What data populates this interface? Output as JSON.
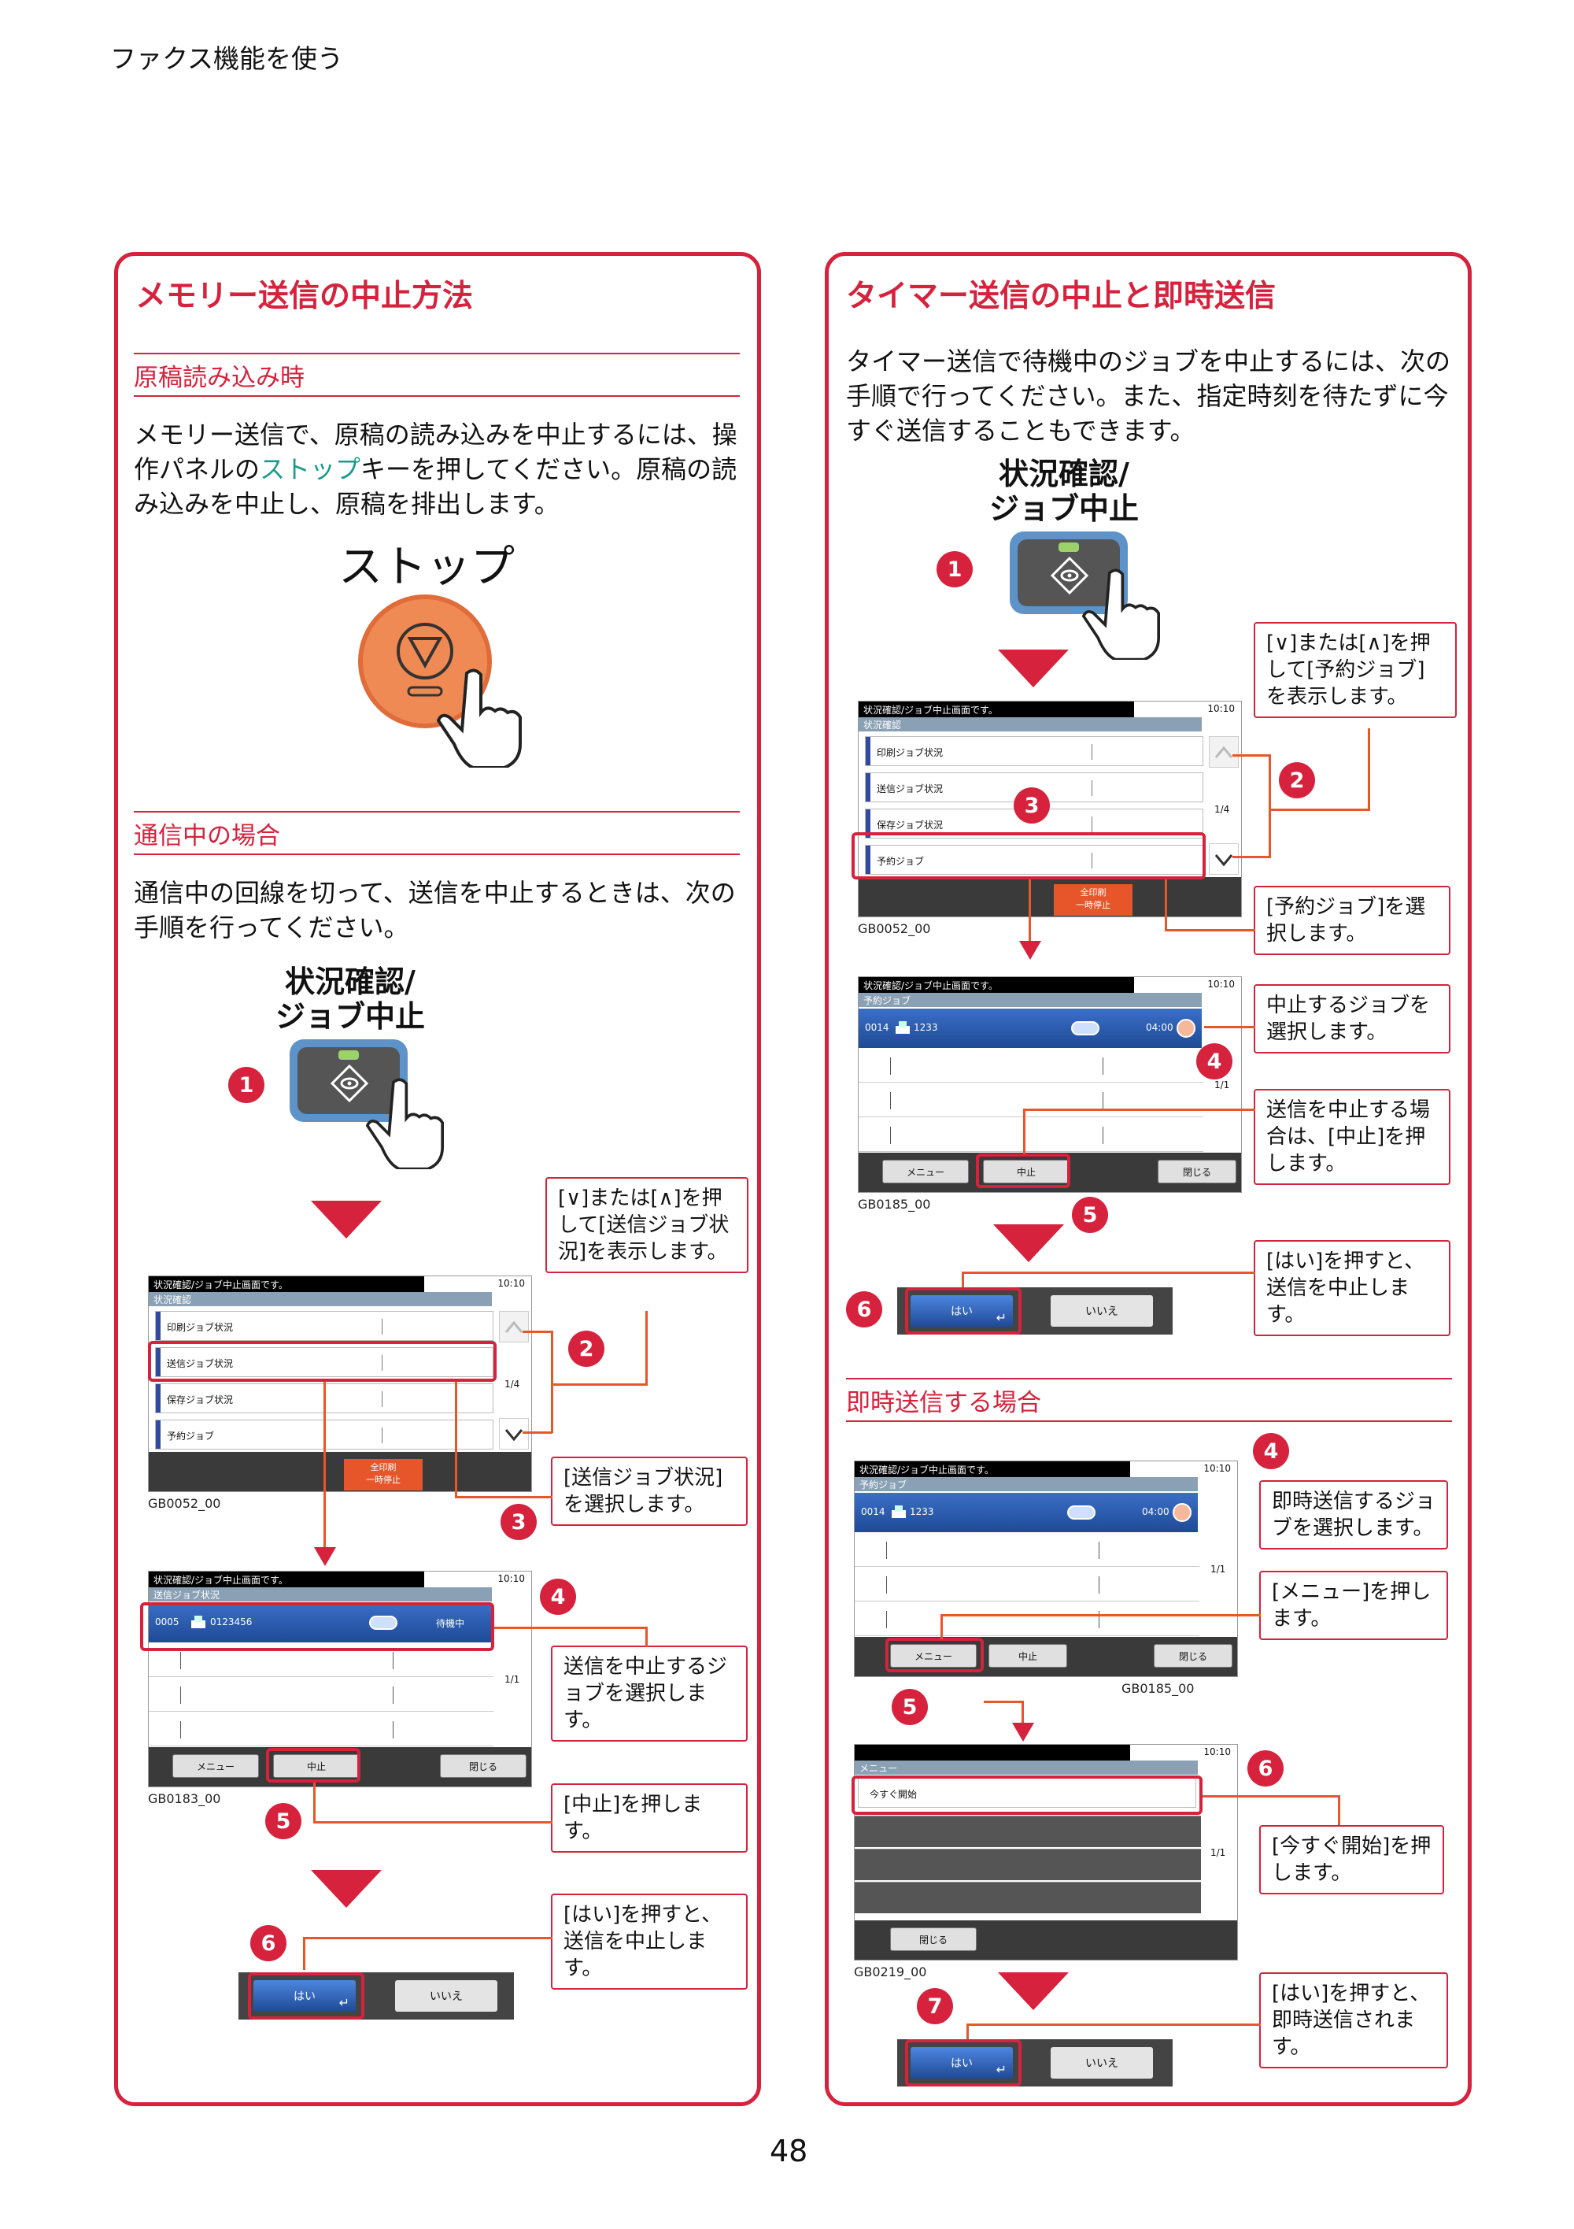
{
  "header": "ファクス機能を使う",
  "page_number": "48",
  "left": {
    "title": "メモリー送信の中止方法",
    "sub1": "原稿読み込み時",
    "para1_pre": "メモリー送信で、原稿の読み込みを中止するには、操作パネルの",
    "para1_key": "ストップ",
    "para1_post": "キーを押してください。原稿の読み込みを中止し、原稿を排出します。",
    "stop_label": "ストップ",
    "sub2": "通信中の場合",
    "para2": "通信中の回線を切って、送信を中止するときは、次の手順を行ってください。",
    "status_key_line1": "状況確認/",
    "status_key_line2": "ジョブ中止",
    "steps": [
      "1",
      "2",
      "3",
      "4",
      "5",
      "6"
    ],
    "callout2": "[∨]または[∧]を押して[送信ジョブ状況]を表示します。",
    "callout3": "[送信ジョブ状況]を選択します。",
    "callout4": "送信を中止するジョブを選択します。",
    "callout5": "[中止]を押します。",
    "callout6": "[はい]を押すと、送信を中止します。",
    "screen1": {
      "title": "状況確認/ジョブ中止画面です。",
      "time": "10:10",
      "sub": "状況確認",
      "rows": [
        "印刷ジョブ状況",
        "送信ジョブ状況",
        "保存ジョブ状況",
        "予約ジョブ"
      ],
      "page": "1/4",
      "btn_l1": "全印刷",
      "btn_l2": "一時停止",
      "caption": "GB0052_00"
    },
    "screen2": {
      "title": "状況確認/ジョブ中止画面です。",
      "time": "10:10",
      "sub": "送信ジョブ状況",
      "job_no": "0005",
      "job_dest": "0123456",
      "job_status": "待機中",
      "page": "1/1",
      "menu": "メニュー",
      "stop": "中止",
      "close": "閉じる",
      "caption": "GB0183_00"
    },
    "yes": "はい",
    "no": "いいえ"
  },
  "right": {
    "title": "タイマー送信の中止と即時送信",
    "para": "タイマー送信で待機中のジョブを中止するには、次の手順で行ってください。また、指定時刻を待たずに今すぐ送信することもできます。",
    "status_key_line1": "状況確認/",
    "status_key_line2": "ジョブ中止",
    "steps": [
      "1",
      "2",
      "3",
      "4",
      "5",
      "6",
      "7"
    ],
    "callout2": "[∨]または[∧]を押して[予約ジョブ]を表示します。",
    "callout3": "[予約ジョブ]を選択します。",
    "callout4": "中止するジョブを選択します。",
    "callout5": "送信を中止する場合は、[中止]を押します。",
    "callout6": "[はい]を押すと、送信を中止します。",
    "sub2": "即時送信する場合",
    "callout_b4": "即時送信するジョブを選択します。",
    "callout_b5": "[メニュー]を押します。",
    "callout_b6": "[今すぐ開始]を押します。",
    "callout_b7": "[はい]を押すと、即時送信されます。",
    "screen1": {
      "title": "状況確認/ジョブ中止画面です。",
      "time": "10:10",
      "sub": "状況確認",
      "rows": [
        "印刷ジョブ状況",
        "送信ジョブ状況",
        "保存ジョブ状況",
        "予約ジョブ"
      ],
      "page": "1/4",
      "btn_l1": "全印刷",
      "btn_l2": "一時停止",
      "caption": "GB0052_00"
    },
    "screen2": {
      "title": "状況確認/ジョブ中止画面です。",
      "time": "10:10",
      "sub": "予約ジョブ",
      "job_no": "0014",
      "job_dest": "1233",
      "job_time": "04:00",
      "page": "1/1",
      "menu": "メニュー",
      "stop": "中止",
      "close": "閉じる",
      "caption": "GB0185_00"
    },
    "screen3": {
      "title": "状況確認/ジョブ中止画面です。",
      "time": "10:10",
      "sub": "予約ジョブ",
      "job_no": "0014",
      "job_dest": "1233",
      "job_time": "04:00",
      "page": "1/1",
      "menu": "メニュー",
      "stop": "中止",
      "close": "閉じる",
      "caption": "GB0185_00"
    },
    "screen4": {
      "time": "10:10",
      "sub": "メニュー",
      "item": "今すぐ開始",
      "page": "1/1",
      "close": "閉じる",
      "caption": "GB0219_00"
    },
    "yes": "はい",
    "no": "いいえ"
  },
  "colors": {
    "accent": "#d6223c",
    "line": "#e8562a",
    "teal": "#1b9a8c"
  }
}
